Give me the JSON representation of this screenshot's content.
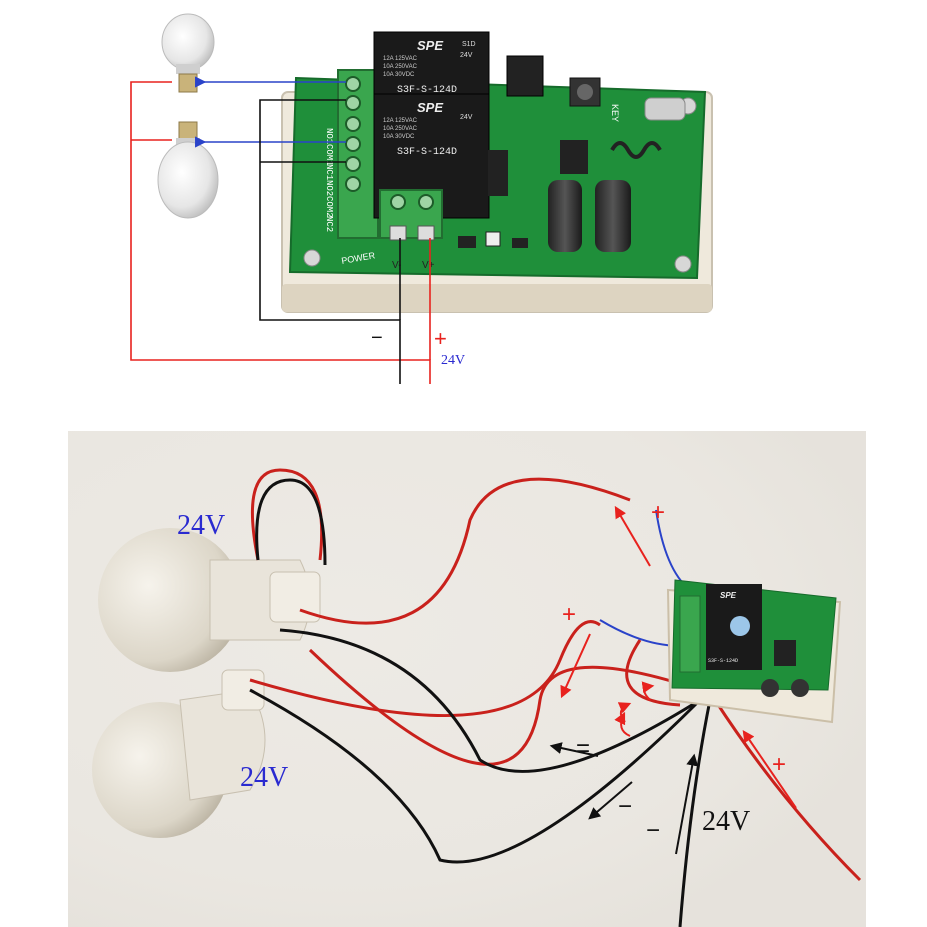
{
  "diagram": {
    "relay_top": {
      "brand": "SPE",
      "model": "S3F-S-124D",
      "coil": "24V",
      "specs": [
        "12A 125VAC",
        "10A 250VAC",
        "10A 30VDC"
      ],
      "code": "S1D"
    },
    "relay_bottom": {
      "brand": "SPE",
      "model": "S3F-S-124D",
      "coil": "24V",
      "specs": [
        "12A 125VAC",
        "10A 250VAC",
        "10A 30VDC"
      ]
    },
    "terminal_labels": [
      "NO1",
      "COM1",
      "NC1",
      "NO2",
      "COM2",
      "NC2"
    ],
    "power_silk": "POWER",
    "key_silk": "KEY",
    "v_minus": "V-",
    "v_plus": "V+",
    "minus_sign": "−",
    "plus_sign": "+",
    "voltage": "24V"
  },
  "photo": {
    "bulb_top_label": "24V",
    "bulb_bottom_label": "24V",
    "plus_signs": [
      "+",
      "+",
      "+"
    ],
    "minus_signs": [
      "=",
      "−",
      "−"
    ],
    "supply_label": "24V",
    "relay_brand": "SPE",
    "relay_model": "S3F-S-124D"
  },
  "colors": {
    "wire_red": "#e8221e",
    "wire_blue": "#2a43c9",
    "wire_black": "#111111",
    "pcb_green": "#1f8f3a",
    "relay_black": "#1a1a1a",
    "terminal_green": "#3aa64e",
    "label_blue": "#2a2ad0",
    "photo_bg": "#ece9e4"
  }
}
